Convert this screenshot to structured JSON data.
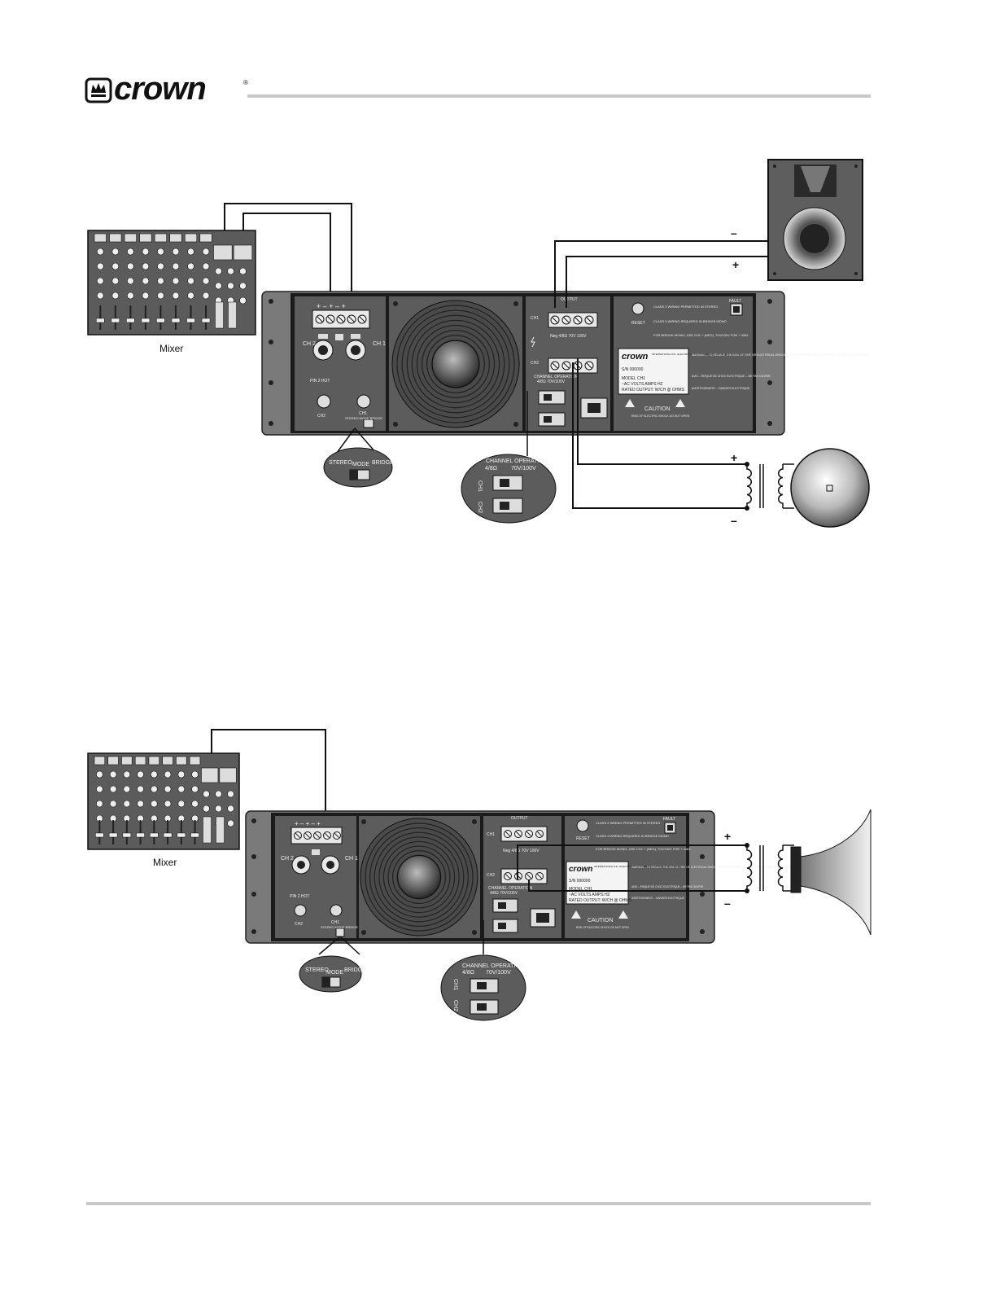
{
  "header": {
    "brand": "crown",
    "registered_mark": "®"
  },
  "icons": [
    "crown-logo-icon",
    "speaker-icon",
    "ceiling-speaker-icon",
    "horn-speaker-icon",
    "transformer-icon",
    "fan-icon",
    "warning-icon"
  ],
  "diagram_top": {
    "mixer_label": "Mixer",
    "speaker_minus": "–",
    "speaker_plus": "+",
    "transformer_plus": "+",
    "transformer_minus": "–"
  },
  "diagram_bottom": {
    "mixer_label": "Mixer",
    "transformer_plus": "+",
    "transformer_minus": "–"
  },
  "callouts": {
    "mode": {
      "stereo": "STEREO",
      "mode": "MODE",
      "bridge": "BRIDGE"
    },
    "channel_operation": {
      "title": "CHANNEL OPERATION",
      "left": "4/8Ω",
      "right": "70V/100V",
      "ch1": "CH1",
      "ch2": "CH2"
    }
  },
  "amp_panel": {
    "input_ch1": "CH 1",
    "input_ch2": "CH 2",
    "knob_ch1": "CH1",
    "knob_ch2": "CH2",
    "pin_hot": "PIN 2 HOT",
    "mode_small": "STEREO  MODE  BRIDGE",
    "output_title": "OUTPUT",
    "output_ch1": "CH1",
    "output_ch2": "CH2",
    "terminal_labels": "Neg  4/8Ω  70V  100V",
    "chan_op_small": "CHANNEL OPERATION",
    "chan_op_sub": "4/8Ω     70V/100V",
    "reset": "RESET",
    "fault": "FAULT",
    "class2": "CLASS 2 WIRING PERMITTED IN STEREO",
    "class3": "CLASS 3 WIRING REQUIRED IN BRIDGE MONO",
    "bridge_note": "FOR BRIDGE MONO, USE CH1 + (NEG), 70V/100V FOR + 4/8Ω",
    "plate_brand": "crown",
    "plate_company": "INTERNATIONAL INC. ELECTRONIC EQUIPMENT ELKHART, IN 46517 MADE IN U.S.A.",
    "plate_sn": "S/N 000000",
    "plate_model": "MODEL CH1",
    "plate_volts": "~AC VOLTS      AMPS  HZ",
    "plate_rated": "RATED OUTPUT: W/CH @ OHMS",
    "warning": "WARNING – TO REDUCE THE RISK OF FIRE OR ELECTRICAL SHOCK, DO NOT EXPOSE THIS EQUIPMENT TO RAIN OR MOISTURE.",
    "avis": "AVIS – RISQUE DE CHOC ELECTRIQUE – NE PAS OUVRIR.",
    "avertissement": "AVERTISSEMENT – DANGER ELECTRIQUE",
    "caution": "CAUTION",
    "caution_sub": "RISK OF ELECTRIC SHOCK DO NOT OPEN"
  }
}
